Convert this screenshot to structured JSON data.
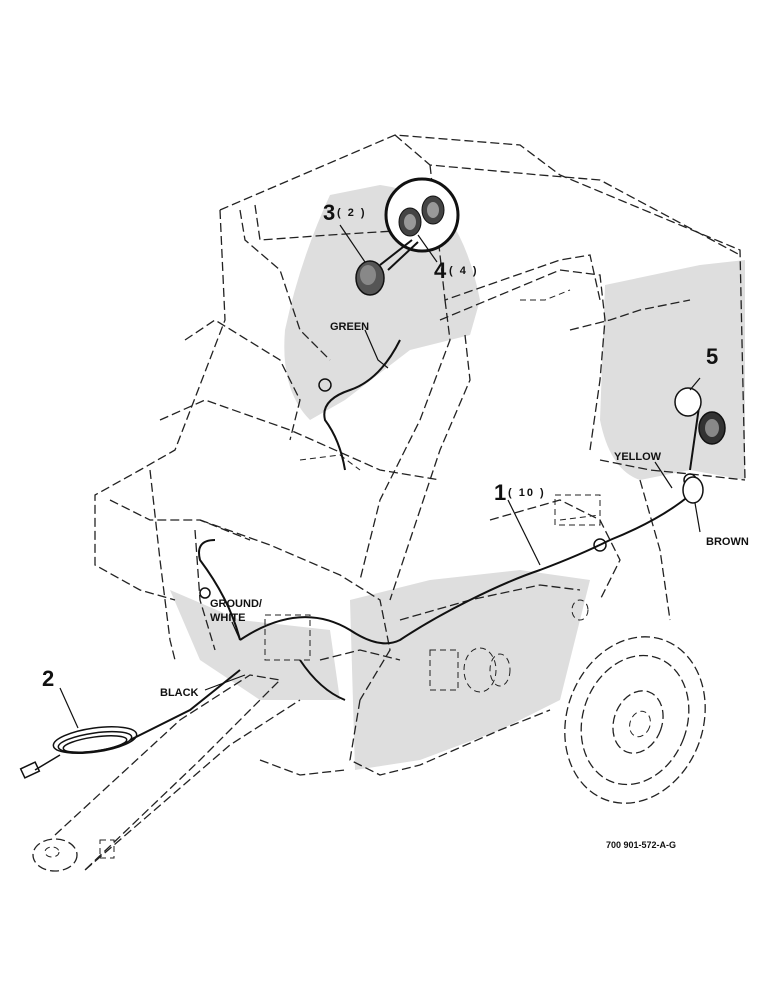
{
  "callouts": {
    "c1": {
      "num": "1",
      "qty": "( 10 )"
    },
    "c2": {
      "num": "2"
    },
    "c3": {
      "num": "3",
      "qty": "( 2 )"
    },
    "c4": {
      "num": "4",
      "qty": "( 4 )"
    },
    "c5": {
      "num": "5"
    }
  },
  "wire_labels": {
    "green": "GREEN",
    "yellow": "YELLOW",
    "brown": "BROWN",
    "black": "BLACK",
    "ground_line1": "GROUND/",
    "ground_line2": "WHITE"
  },
  "drawing_id": "700 901-572-A-G"
}
